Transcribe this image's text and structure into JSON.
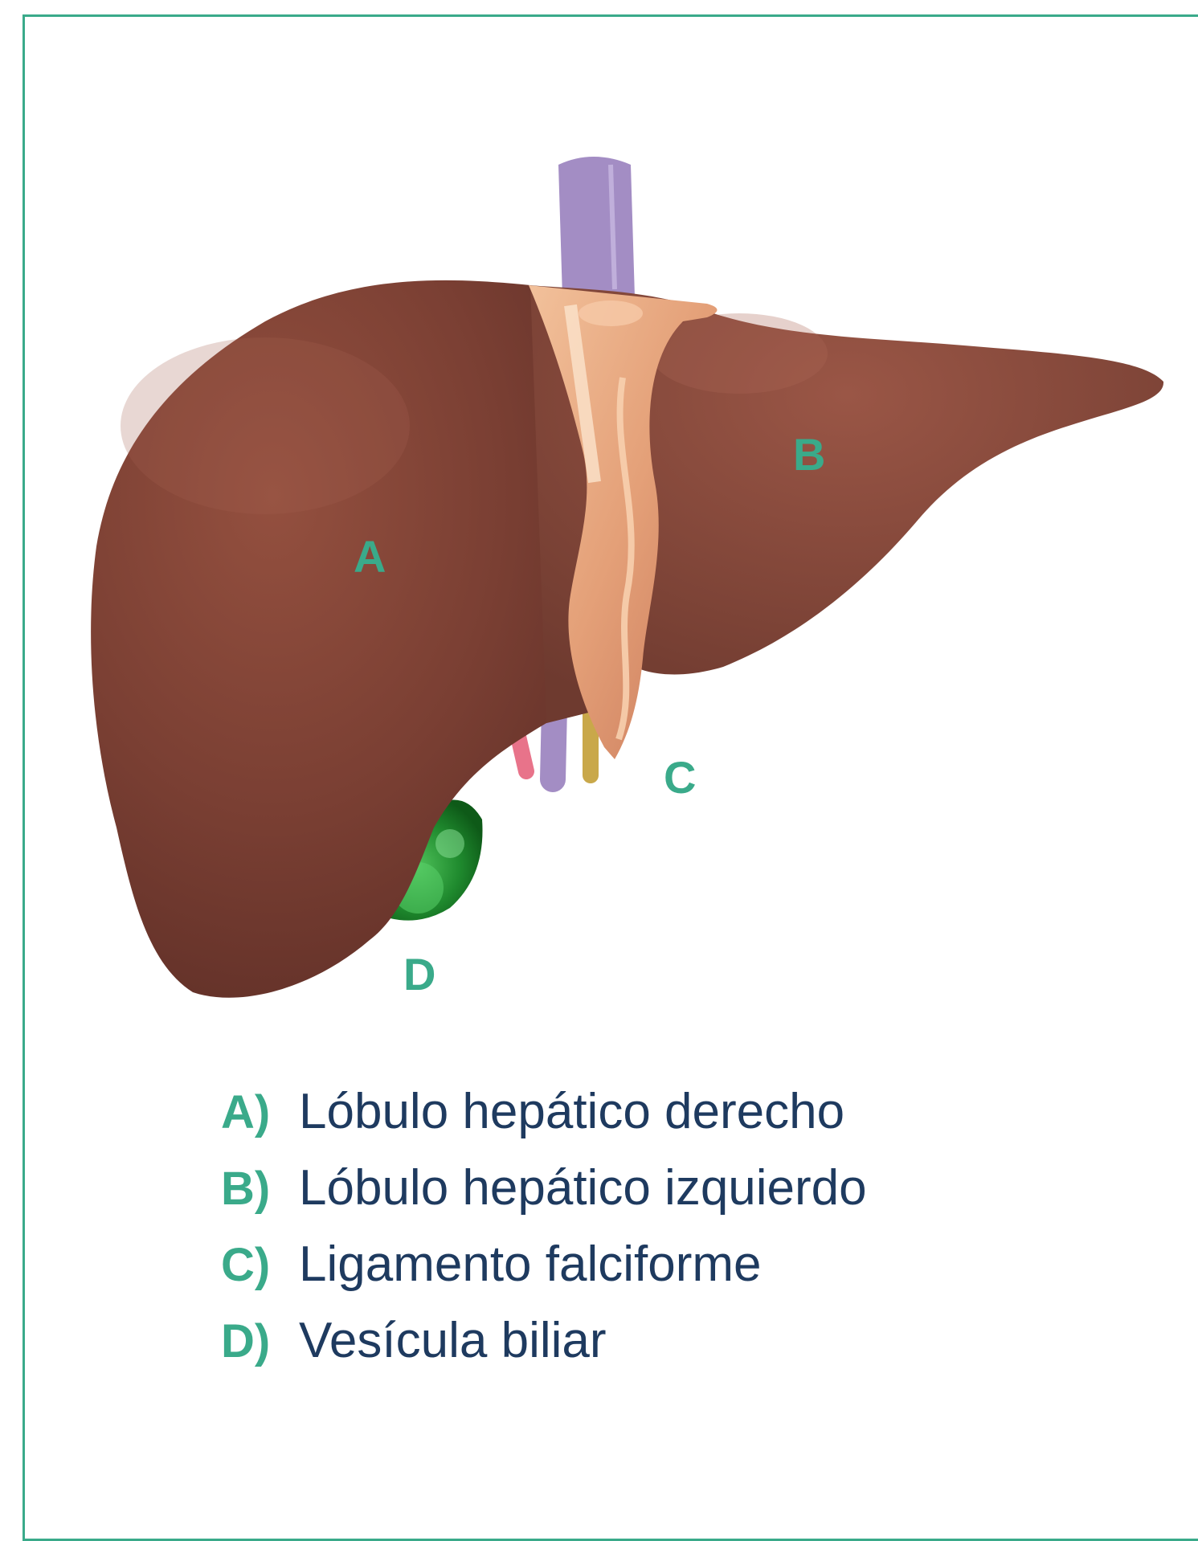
{
  "labels": {
    "a": "A",
    "b": "B",
    "c": "C",
    "d": "D"
  },
  "legend": [
    {
      "key": "A)",
      "text": "Lóbulo hepático derecho"
    },
    {
      "key": "B)",
      "text": "Lóbulo hepático izquierdo"
    },
    {
      "key": "C)",
      "text": "Ligamento falciforme"
    },
    {
      "key": "D)",
      "text": "Vesícula biliar"
    }
  ],
  "colors": {
    "accent": "#3aaa8a",
    "text": "#1e3a5f",
    "liver": "#7a3f33",
    "ligament": "#e9a57f",
    "gallbladder": "#1f8a2e",
    "vena_cava": "#a38dc4",
    "artery": "#e8738a",
    "bile_duct": "#c9a84a"
  }
}
